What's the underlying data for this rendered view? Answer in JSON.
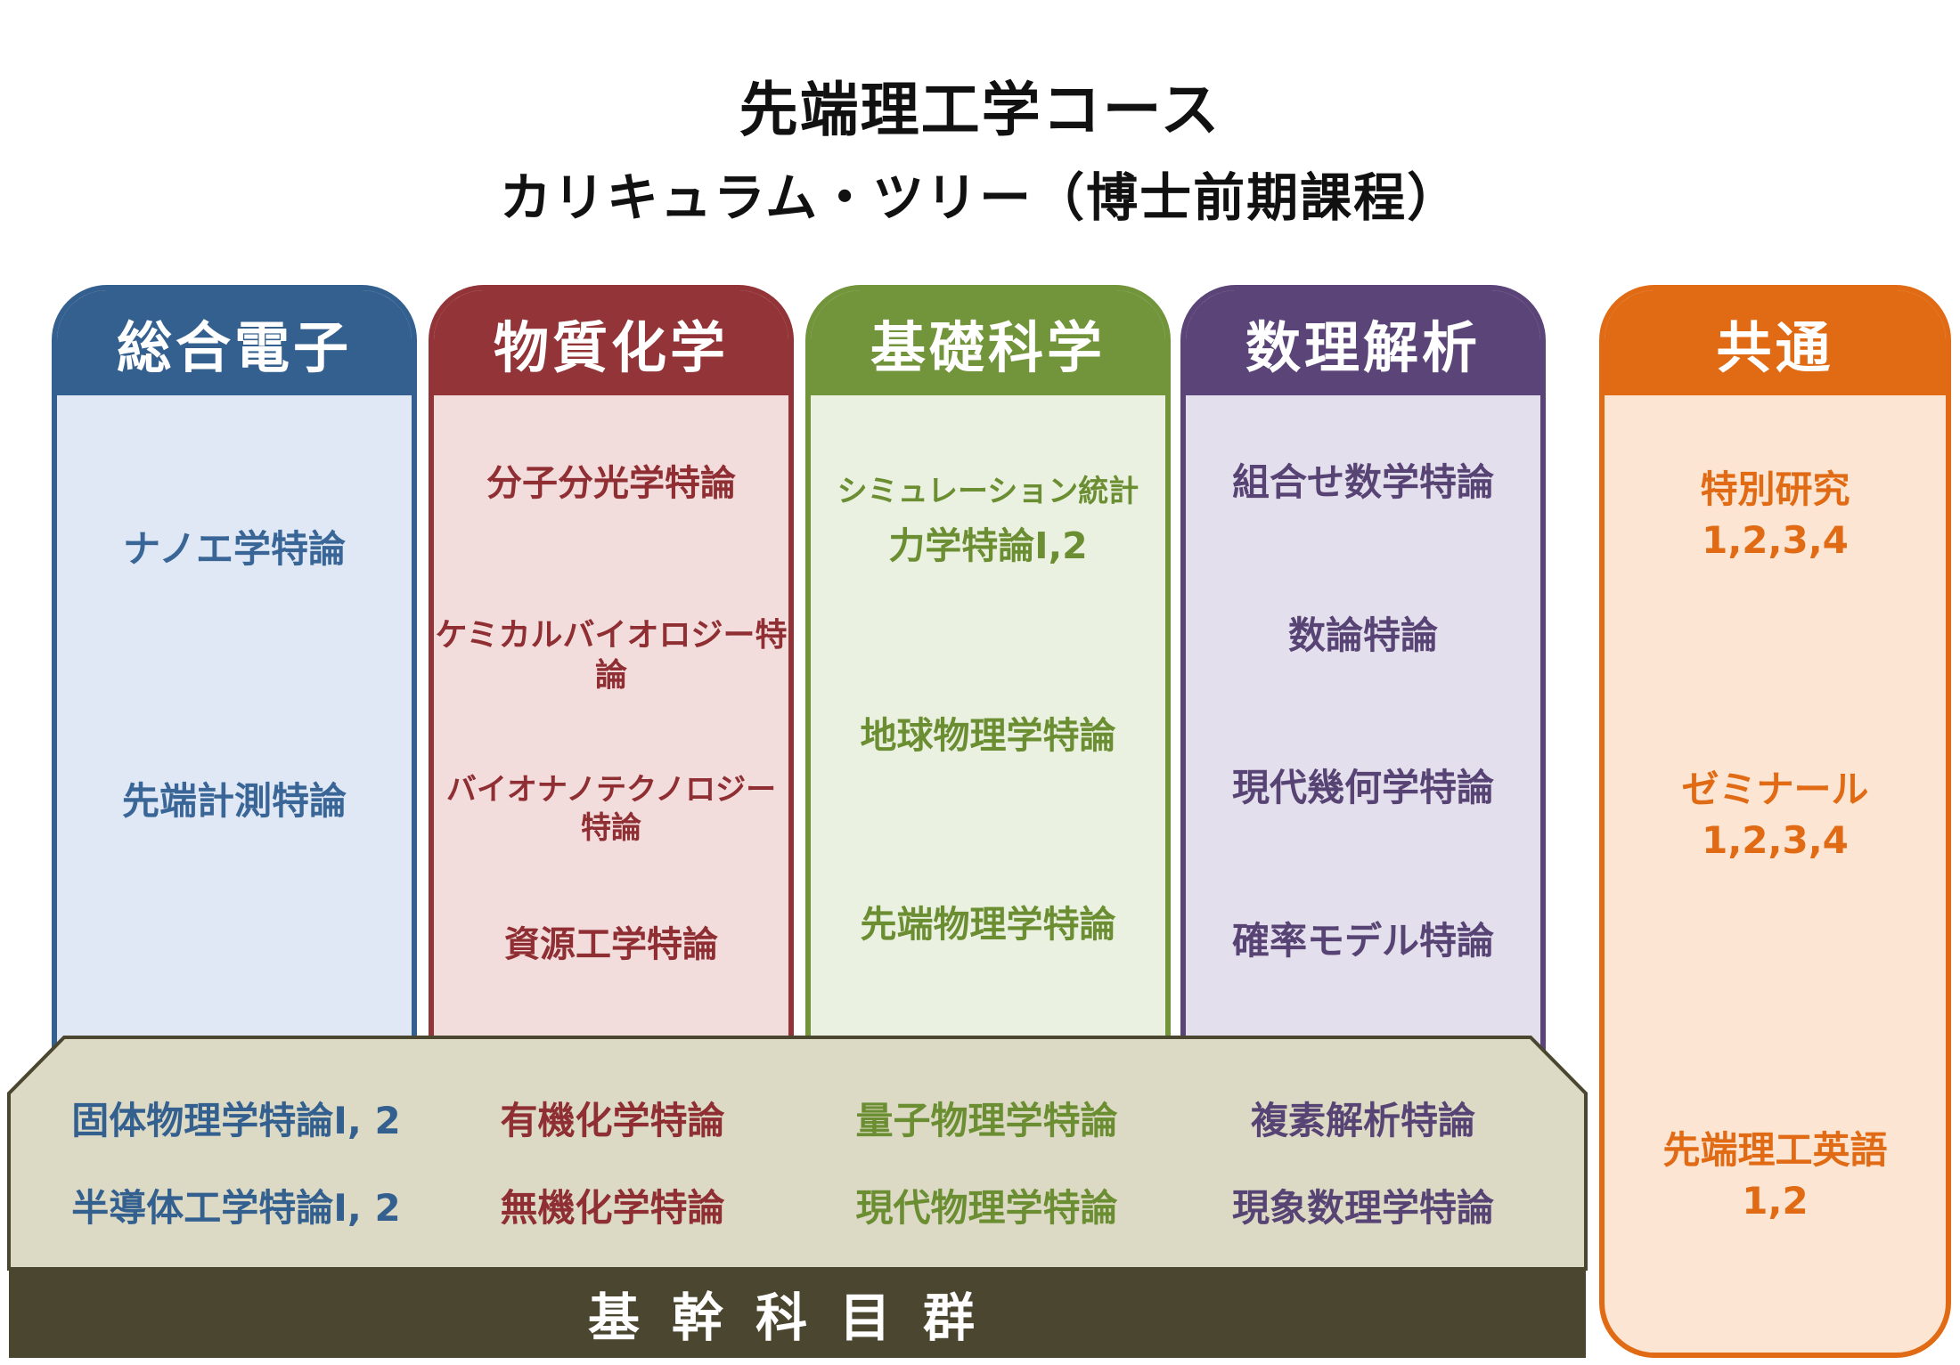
{
  "title": {
    "line1": "先端理工学コース",
    "line2": "カリキュラム・ツリー（博士前期課程）"
  },
  "columns": {
    "sogo": {
      "name": "総合電子",
      "color": "#34608f",
      "subjects": [
        "ナノエ学特論",
        "先端計測特論"
      ]
    },
    "busshitsu": {
      "name": "物質化学",
      "color": "#933438",
      "subjects": [
        "分子分光学特論",
        "ケミカルバイオロジー特論",
        "バイオナノテクノロジー特論",
        "資源工学特論"
      ]
    },
    "kiso": {
      "name": "基礎科学",
      "color": "#72953b",
      "subjects": [
        "シミュレーション統計",
        "力学特論Ⅰ,2",
        "地球物理学特論",
        "先端物理学特論"
      ]
    },
    "suri": {
      "name": "数理解析",
      "color": "#5a4478",
      "subjects": [
        "組合せ数学特論",
        "数論特論",
        "現代幾何学特論",
        "確率モデル特論"
      ]
    },
    "kyotsu": {
      "name": "共通",
      "color": "#e06b14",
      "subjects": [
        "特別研究",
        "1,2,3,4",
        "ゼミナール",
        "1,2,3,4",
        "先端理工英語",
        "1,2"
      ]
    }
  },
  "core": {
    "label": "基幹科目群",
    "rows": [
      [
        "固体物理学特論Ⅰ, 2",
        "有機化学特論",
        "量子物理学特論",
        "複素解析特論"
      ],
      [
        "半導体工学特論Ⅰ, 2",
        "無機化学特論",
        "現代物理学特論",
        "現象数理学特論"
      ]
    ],
    "fill_color": "#dcdac5",
    "band_color": "#4a4630"
  }
}
